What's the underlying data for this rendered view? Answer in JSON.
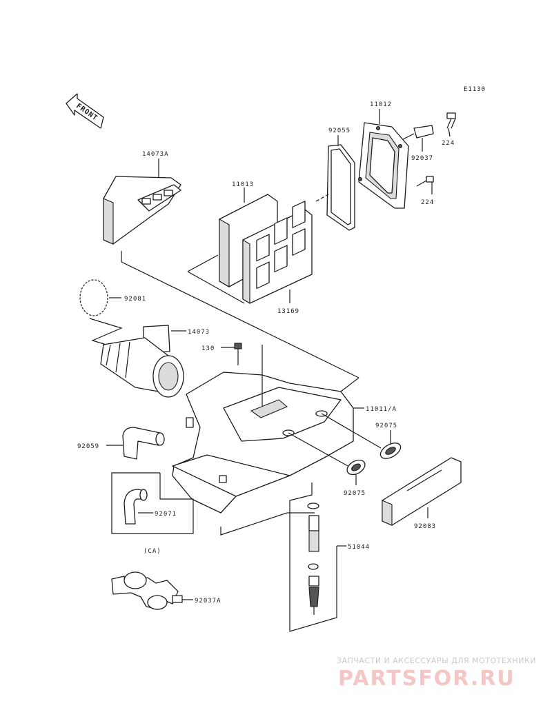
{
  "diagram_code": "E1130",
  "front_label": "FRONT",
  "parts": {
    "p11012": "11012",
    "p92055": "92055",
    "p224a": "224",
    "p92037": "92037",
    "p224b": "224",
    "p14073A": "14073A",
    "p11013": "11013",
    "p13169": "13169",
    "p92081": "92081",
    "p14073": "14073",
    "p130": "130",
    "p11011A": "11011/A",
    "p92075a": "92075",
    "p92059": "92059",
    "p92075b": "92075",
    "p92071": "92071",
    "p92083": "92083",
    "p51044": "51044",
    "pCA": "(CA)",
    "p92037A": "92037A"
  },
  "watermark": {
    "tagline": "ЗАПЧАСТИ И АКСЕССУАРЫ ДЛЯ МОТОТЕХНИКИ",
    "brand": "PARTSFOR.RU"
  }
}
